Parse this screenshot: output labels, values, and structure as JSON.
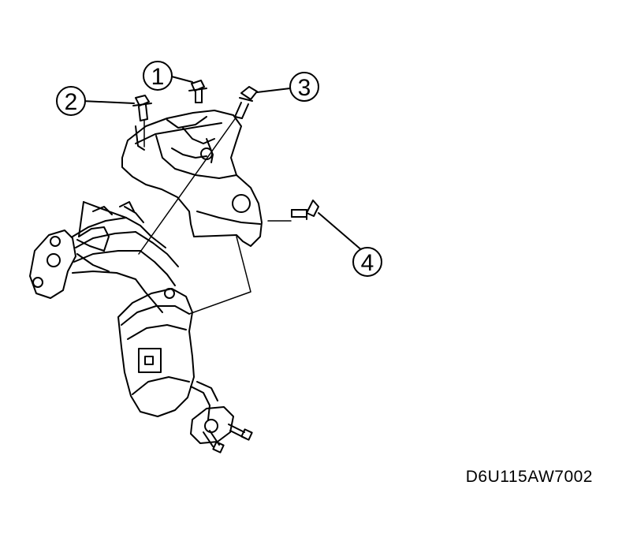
{
  "callouts": [
    {
      "id": "1",
      "label": "1"
    },
    {
      "id": "2",
      "label": "2"
    },
    {
      "id": "3",
      "label": "3"
    },
    {
      "id": "4",
      "label": "4"
    }
  ],
  "reference_code": "D6U115AW7002"
}
